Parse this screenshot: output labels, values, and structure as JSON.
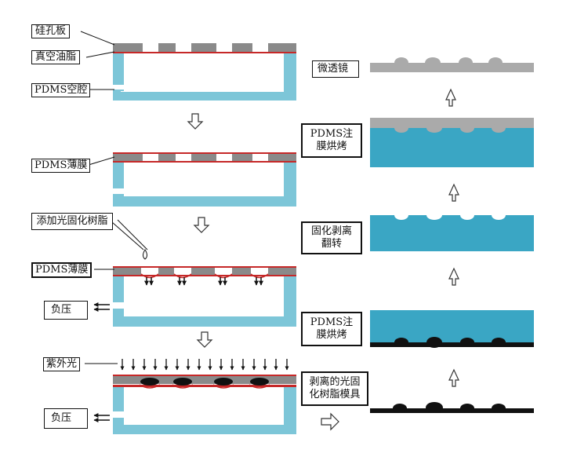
{
  "labels": {
    "silicon_plate": "硅孔板",
    "vacuum_grease": "真空油脂",
    "pdms_cavity": "PDMS空腔",
    "pdms_film_1": "PDMS薄膜",
    "add_resin": "添加光固化树脂",
    "pdms_film_2": "PDMS薄膜",
    "negative_pressure_1": "负压",
    "uv_light": "紫外光",
    "negative_pressure_2": "负压",
    "microlens": "微透镜",
    "pdms_cast_bake_1": "PDMS注膜烘烤",
    "cure_peel_flip": "固化剥离翻转",
    "pdms_cast_bake_2": "PDMS注膜烘烤",
    "peeled_mold": "剥离的光固化树脂模具"
  },
  "colors": {
    "pdms_blue": "#7dc6d8",
    "mold_blue": "#3aa6c4",
    "silicon_gray": "#8a8a8a",
    "grease_red": "#c62828",
    "lens_gray": "#aaaaaa",
    "resin_black": "#111111"
  }
}
